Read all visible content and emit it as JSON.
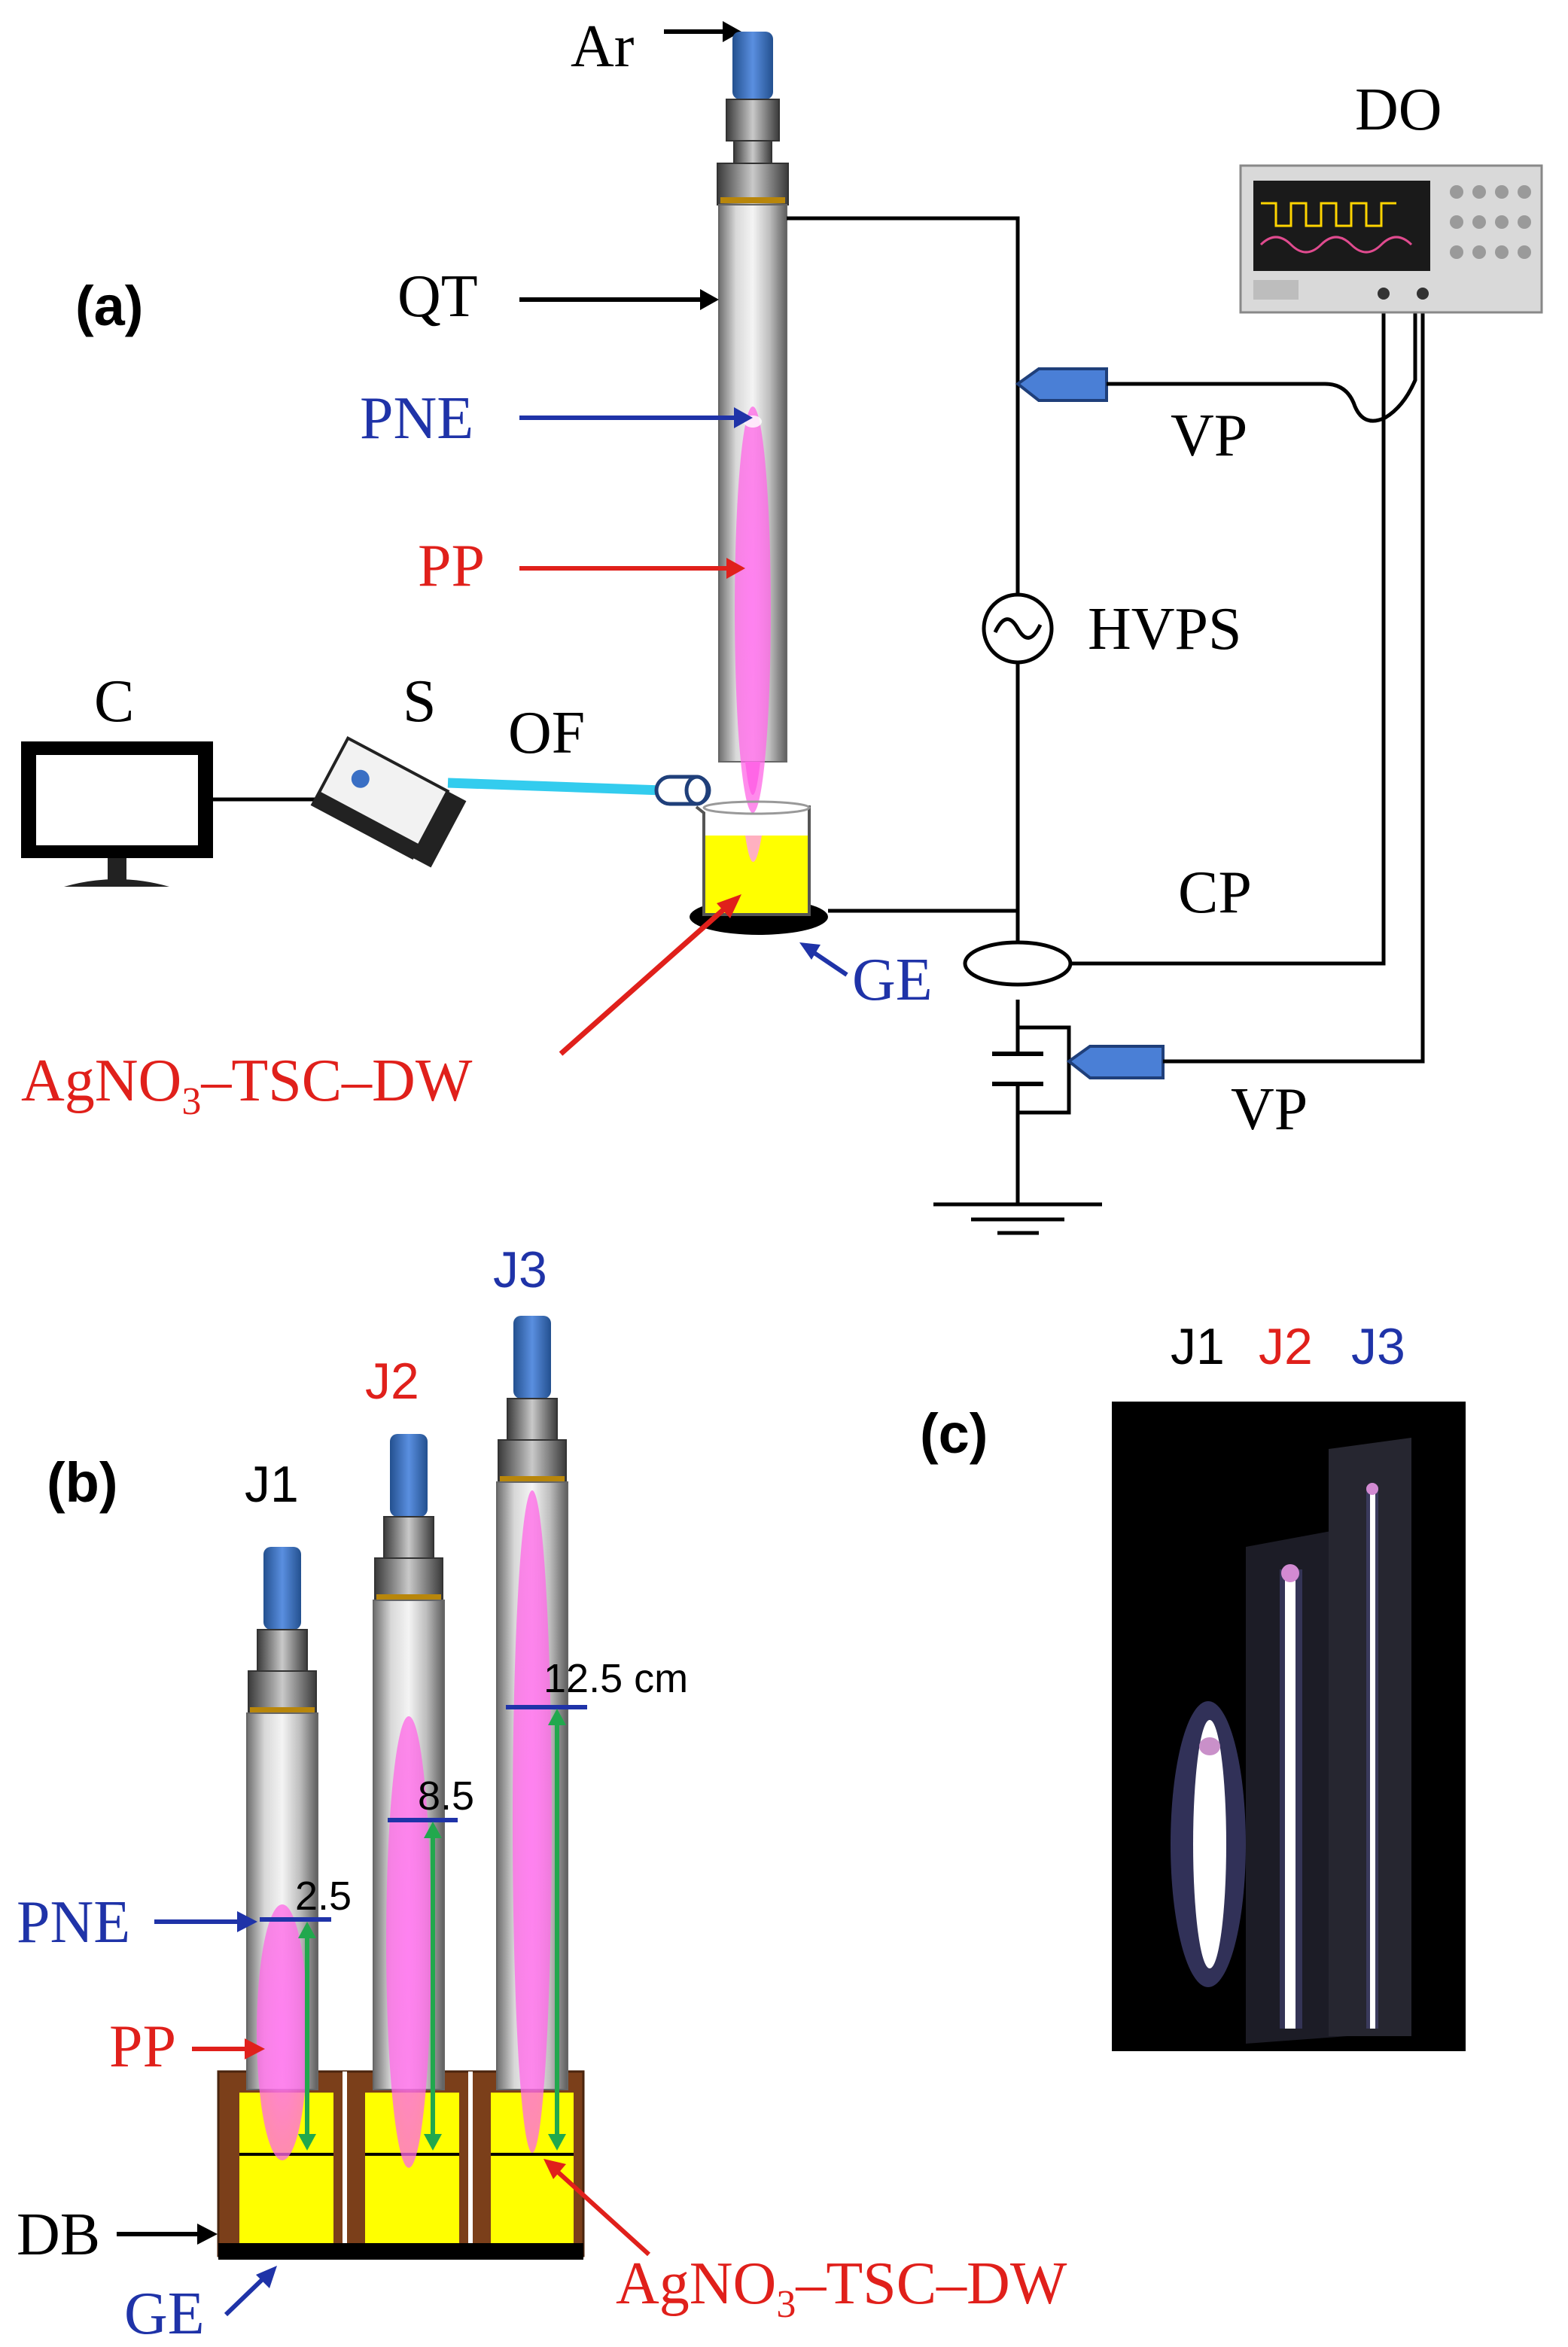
{
  "colors": {
    "black": "#000000",
    "blue_label": "#1f33a8",
    "red_label": "#e0201b",
    "green_arrow": "#21a84d",
    "plasma": "#ff66e6",
    "solution": "#ffff00",
    "dish": "#7b3f1a",
    "optical_fiber": "#33ccee",
    "probe_blue": "#4a7fd6"
  },
  "panel_a": {
    "panel_label": "(a)",
    "gas_label": "Ar",
    "tube_label": "QT",
    "electrode_label": "PNE",
    "plasma_label": "PP",
    "computer_label": "C",
    "spectrometer_label": "S",
    "fiber_label": "OF",
    "oscilloscope_label": "DO",
    "voltage_probe_top_label": "VP",
    "power_supply_label": "HVPS",
    "current_probe_label": "CP",
    "voltage_probe_bottom_label": "VP",
    "ground_electrode_label": "GE",
    "solution_label_main": "AgNO",
    "solution_label_sub": "3",
    "solution_label_rest": "–TSC–DW"
  },
  "panel_b": {
    "panel_label": "(b)",
    "jets": [
      {
        "label": "J1",
        "distance": "2.5"
      },
      {
        "label": "J2",
        "distance": "8.5"
      },
      {
        "label": "J3",
        "distance": "12.5 cm"
      }
    ],
    "electrode_label": "PNE",
    "plasma_label": "PP",
    "dish_label": "DB",
    "ground_label": "GE",
    "solution_label_main": "AgNO",
    "solution_label_sub": "3",
    "solution_label_rest": "–TSC–DW"
  },
  "panel_c": {
    "panel_label": "(c)",
    "jets": [
      "J1",
      "J2",
      "J3"
    ]
  }
}
